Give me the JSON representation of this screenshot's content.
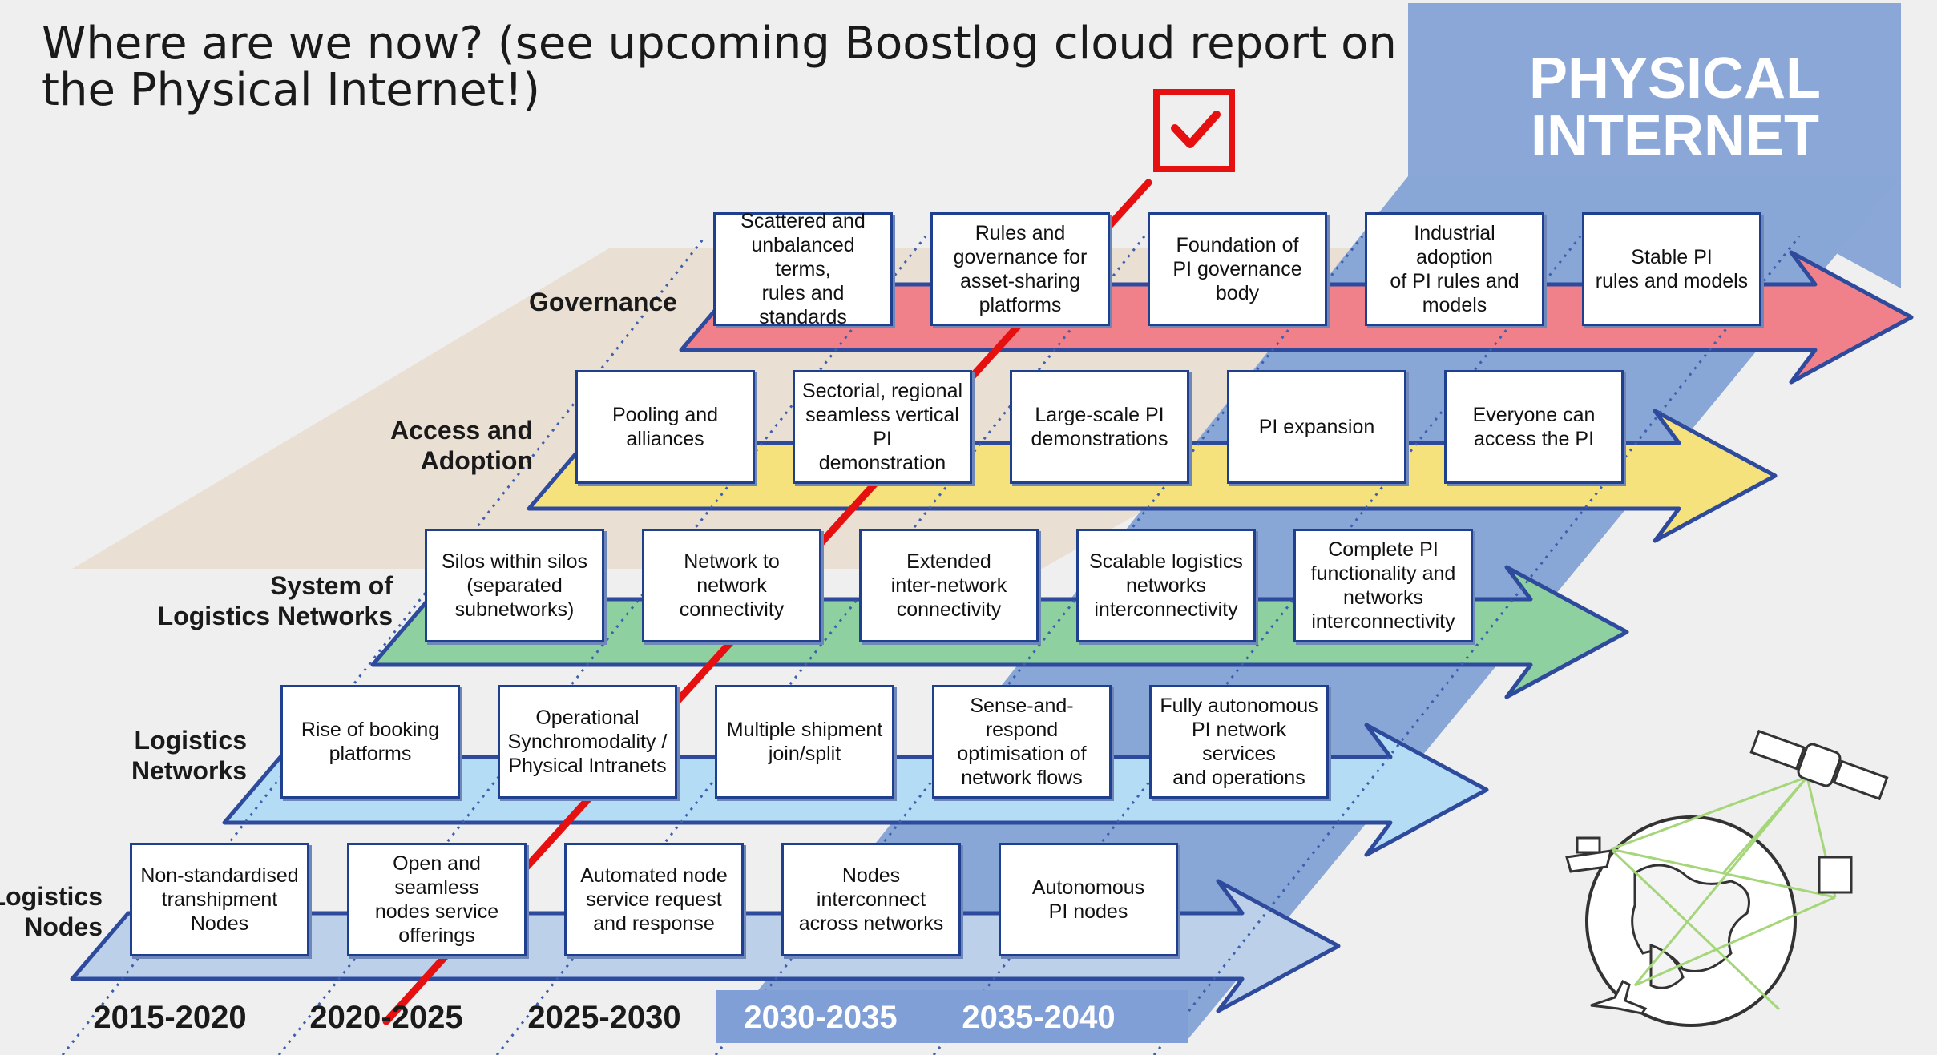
{
  "title": "Where are we now? (see upcoming Boostlog cloud report on the Physical Internet!)",
  "pi_label": {
    "line1": "PHYSICAL",
    "line2": "INTERNET"
  },
  "colors": {
    "governance": "#f0808a",
    "access": "#f6e27c",
    "system": "#8fd0a0",
    "networks": "#b5dcf5",
    "nodes": "#bcd0ea",
    "arrow_border": "#2d4a9c",
    "pi_blue": "#7f9fd6",
    "marker_red": "#e61010"
  },
  "layers": [
    {
      "label": "Governance",
      "color": "#f0808a",
      "boxes": [
        "Scattered and\nunbalanced terms,\nrules and standards",
        "Rules and\ngovernance for\nasset-sharing\nplatforms",
        "Foundation of\nPI governance\nbody",
        "Industrial adoption\nof PI rules and\nmodels",
        "Stable PI\nrules and models"
      ]
    },
    {
      "label": "Access and\nAdoption",
      "color": "#f6e27c",
      "boxes": [
        "Pooling and\nalliances",
        "Sectorial, regional\nseamless vertical PI\ndemonstration",
        "Large-scale PI\ndemonstrations",
        "PI expansion",
        "Everyone can\naccess the PI"
      ]
    },
    {
      "label": "System of\nLogistics Networks",
      "color": "#8fd0a0",
      "boxes": [
        "Silos within silos\n(separated\nsubnetworks)",
        "Network to\nnetwork\nconnectivity",
        "Extended\ninter-network\nconnectivity",
        "Scalable logistics\nnetworks\ninterconnectivity",
        "Complete PI\nfunctionality and\nnetworks\ninterconnectivity"
      ]
    },
    {
      "label": "Logistics\nNetworks",
      "color": "#b5dcf5",
      "boxes": [
        "Rise of booking\nplatforms",
        "Operational\nSynchromodality /\nPhysical Intranets",
        "Multiple shipment\njoin/split",
        "Sense-and-respond\noptimisation of\nnetwork flows",
        "Fully autonomous\nPI network services\nand operations"
      ]
    },
    {
      "label": "Logistics\nNodes",
      "color": "#bcd0ea",
      "boxes": [
        "Non-standardised\ntranshipment\nNodes",
        "Open and seamless\nnodes service\nofferings",
        "Automated node\nservice request\nand response",
        "Nodes interconnect\nacross networks",
        "Autonomous\nPI nodes"
      ]
    }
  ],
  "periods": [
    {
      "label": "2015-2020",
      "highlight": false
    },
    {
      "label": "2020-2025",
      "highlight": false
    },
    {
      "label": "2025-2030",
      "highlight": false
    },
    {
      "label": "2030-2035",
      "highlight": true
    },
    {
      "label": "2035-2040",
      "highlight": true
    }
  ]
}
